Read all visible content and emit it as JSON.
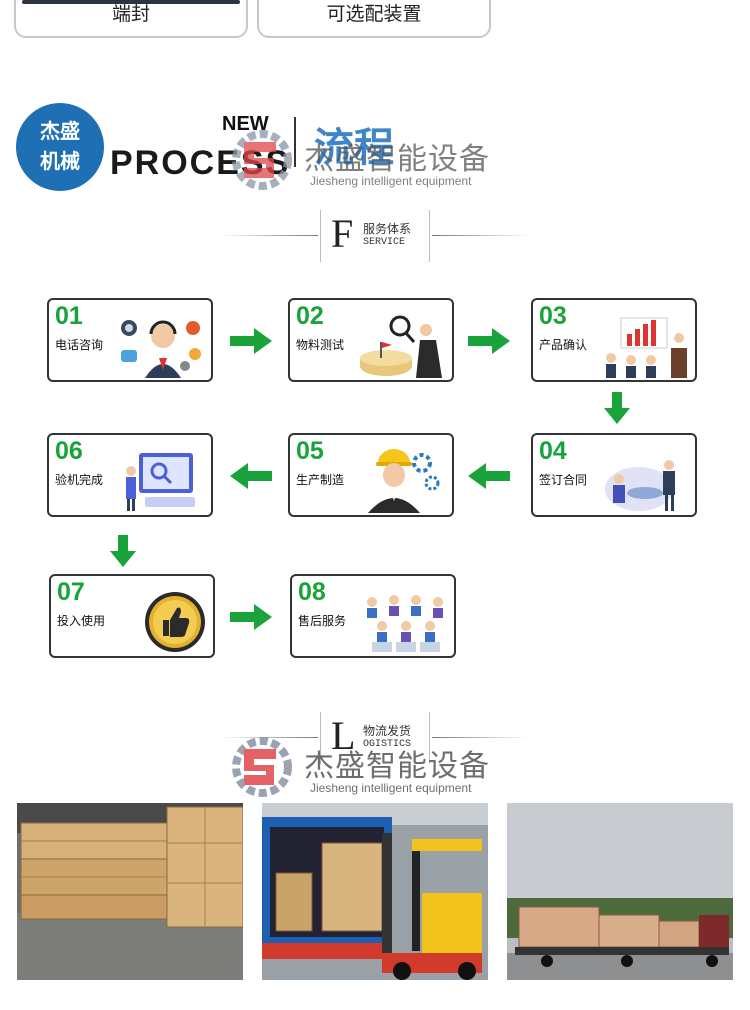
{
  "top_cards": [
    {
      "label": "端封"
    },
    {
      "label": "可选配装置"
    }
  ],
  "header": {
    "badge_line1": "杰盛",
    "badge_line2": "机械",
    "new_label": "NEW",
    "process_label": "PROCESS",
    "title_cn": "流程"
  },
  "watermark": {
    "name_cn": "杰盛智能设备",
    "name_en": "Jiesheng intelligent equipment"
  },
  "service_banner": {
    "letter": "F",
    "title_cn": "服务体系",
    "title_en": "SERVICE"
  },
  "steps": [
    {
      "num": "01",
      "name": "电话咨询",
      "icon": "customer-service-icon"
    },
    {
      "num": "02",
      "name": "物料测试",
      "icon": "magnifier-test-icon"
    },
    {
      "num": "03",
      "name": "产品确认",
      "icon": "presentation-icon"
    },
    {
      "num": "04",
      "name": "签订合同",
      "icon": "contract-meeting-icon"
    },
    {
      "num": "05",
      "name": "生产制造",
      "icon": "worker-helmet-icon"
    },
    {
      "num": "06",
      "name": "验机完成",
      "icon": "inspection-screen-icon"
    },
    {
      "num": "07",
      "name": "投入使用",
      "icon": "thumbs-up-medal-icon"
    },
    {
      "num": "08",
      "name": "售后服务",
      "icon": "support-team-icon"
    }
  ],
  "logistics_banner": {
    "letter": "L",
    "title_cn": "物流发货",
    "title_en": "OGISTICS"
  },
  "colors": {
    "accent_green": "#1aa33a",
    "brand_blue": "#1f6fb5",
    "logo_red": "#e0474c",
    "logo_gray": "#8a94a6"
  }
}
